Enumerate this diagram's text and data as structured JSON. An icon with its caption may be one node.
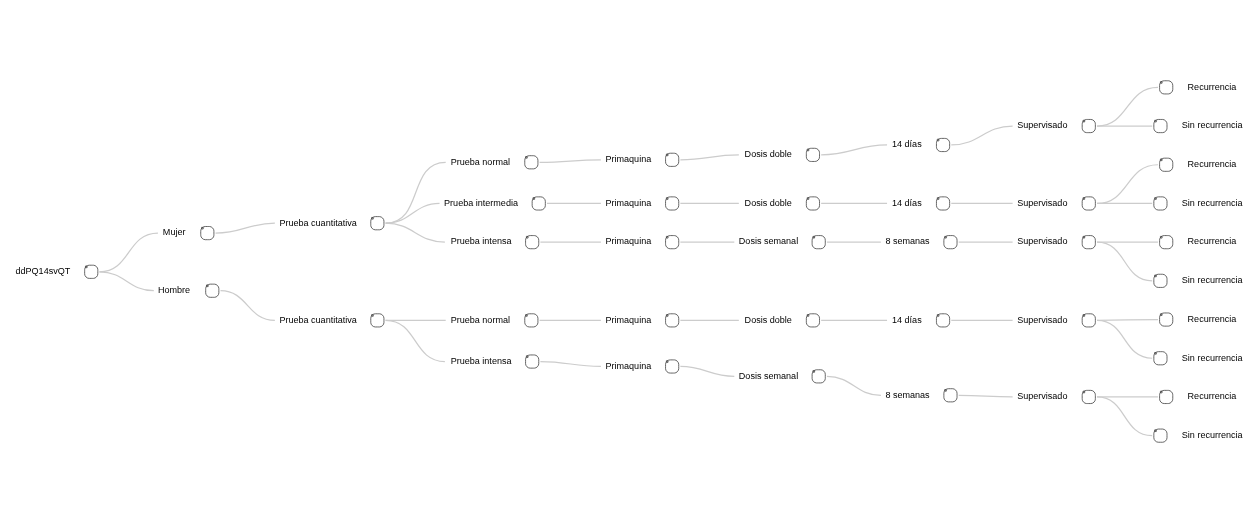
{
  "diagram": {
    "nodes": [
      {
        "text": [
          "ddPQ14svQT"
        ]
      },
      {
        "text": [
          "Mujer"
        ]
      },
      {
        "text": [
          "Prueba cuantitativa"
        ]
      },
      {
        "text": [
          "Prueba normal"
        ]
      },
      {
        "text": [
          "Primaquina"
        ]
      },
      {
        "text": [
          "Dosis doble"
        ]
      },
      {
        "text": [
          "14 días"
        ]
      },
      {
        "text": [
          "Supervisado"
        ]
      },
      {
        "text": [
          "Recurrencia"
        ]
      },
      {
        "text": [
          "Sin recurrencia"
        ]
      },
      {
        "text": [
          "Prueba intermedia"
        ]
      },
      {
        "text": [
          "Primaquina"
        ]
      },
      {
        "text": [
          "Dosis doble"
        ]
      },
      {
        "text": [
          "14 días"
        ]
      },
      {
        "text": [
          "Supervisado"
        ]
      },
      {
        "text": [
          "Recurrencia"
        ]
      },
      {
        "text": [
          "Sin recurrencia"
        ]
      },
      {
        "text": [
          "Prueba intensa"
        ]
      },
      {
        "text": [
          "Primaquina"
        ]
      },
      {
        "text": [
          "Dosis semanal"
        ]
      },
      {
        "text": [
          "8 semanas"
        ]
      },
      {
        "text": [
          "Supervisado"
        ]
      },
      {
        "text": [
          "Recurrencia"
        ]
      },
      {
        "text": [
          "Sin recurrencia"
        ]
      },
      {
        "text": [
          "Hombre"
        ]
      },
      {
        "text": [
          "Prueba cuantitativa"
        ]
      },
      {
        "text": [
          "Prueba normal"
        ]
      },
      {
        "text": [
          "Primaquina"
        ]
      },
      {
        "text": [
          "Dosis doble"
        ]
      },
      {
        "text": [
          "14 días"
        ]
      },
      {
        "text": [
          "Supervisado"
        ]
      },
      {
        "text": [
          "Recurrencia"
        ]
      },
      {
        "text": [
          "Sin recurrencia"
        ]
      },
      {
        "text": [
          "Prueba intensa"
        ]
      },
      {
        "text": [
          "Primaquina"
        ]
      },
      {
        "text": [
          "Dosis semanal"
        ]
      },
      {
        "text": [
          "8 semanas"
        ]
      },
      {
        "text": [
          "Supervisado"
        ]
      },
      {
        "text": [
          "Recurrencia"
        ]
      },
      {
        "text": [
          "Sin recurrencia"
        ]
      }
    ],
    "edges": [
      {
        "from": 0,
        "to": 1,
        "arrow": "none"
      },
      {
        "from": 1,
        "to": 2,
        "arrow": "none"
      },
      {
        "from": 2,
        "to": 3,
        "arrow": "none"
      },
      {
        "from": 3,
        "to": 4,
        "arrow": "none"
      },
      {
        "from": 4,
        "to": 5,
        "arrow": "none"
      },
      {
        "from": 5,
        "to": 6,
        "arrow": "none"
      },
      {
        "from": 6,
        "to": 7,
        "arrow": "none"
      },
      {
        "from": 7,
        "to": 8,
        "arrow": "none"
      },
      {
        "from": 7,
        "to": 9,
        "arrow": "none"
      },
      {
        "from": 2,
        "to": 10,
        "arrow": "none"
      },
      {
        "from": 10,
        "to": 11,
        "arrow": "none"
      },
      {
        "from": 11,
        "to": 12,
        "arrow": "none"
      },
      {
        "from": 12,
        "to": 13,
        "arrow": "none"
      },
      {
        "from": 13,
        "to": 14,
        "arrow": "none"
      },
      {
        "from": 14,
        "to": 15,
        "arrow": "none"
      },
      {
        "from": 14,
        "to": 16,
        "arrow": "none"
      },
      {
        "from": 2,
        "to": 17,
        "arrow": "none"
      },
      {
        "from": 17,
        "to": 18,
        "arrow": "none"
      },
      {
        "from": 18,
        "to": 19,
        "arrow": "none"
      },
      {
        "from": 19,
        "to": 20,
        "arrow": "none"
      },
      {
        "from": 20,
        "to": 21,
        "arrow": "none"
      },
      {
        "from": 21,
        "to": 22,
        "arrow": "none"
      },
      {
        "from": 21,
        "to": 23,
        "arrow": "none"
      },
      {
        "from": 0,
        "to": 24,
        "arrow": "none"
      },
      {
        "from": 24,
        "to": 25,
        "arrow": "none"
      },
      {
        "from": 25,
        "to": 26,
        "arrow": "none"
      },
      {
        "from": 26,
        "to": 27,
        "arrow": "none"
      },
      {
        "from": 27,
        "to": 28,
        "arrow": "none"
      },
      {
        "from": 28,
        "to": 29,
        "arrow": "none"
      },
      {
        "from": 29,
        "to": 30,
        "arrow": "none"
      },
      {
        "from": 30,
        "to": 31,
        "arrow": "none"
      },
      {
        "from": 30,
        "to": 32,
        "arrow": "none"
      },
      {
        "from": 25,
        "to": 33,
        "arrow": "none"
      },
      {
        "from": 33,
        "to": 34,
        "arrow": "none"
      },
      {
        "from": 34,
        "to": 35,
        "arrow": "none"
      },
      {
        "from": 35,
        "to": 36,
        "arrow": "none"
      },
      {
        "from": 36,
        "to": 37,
        "arrow": "none"
      },
      {
        "from": 37,
        "to": 38,
        "arrow": "none"
      },
      {
        "from": 37,
        "to": 39,
        "arrow": "none"
      }
    ]
  }
}
